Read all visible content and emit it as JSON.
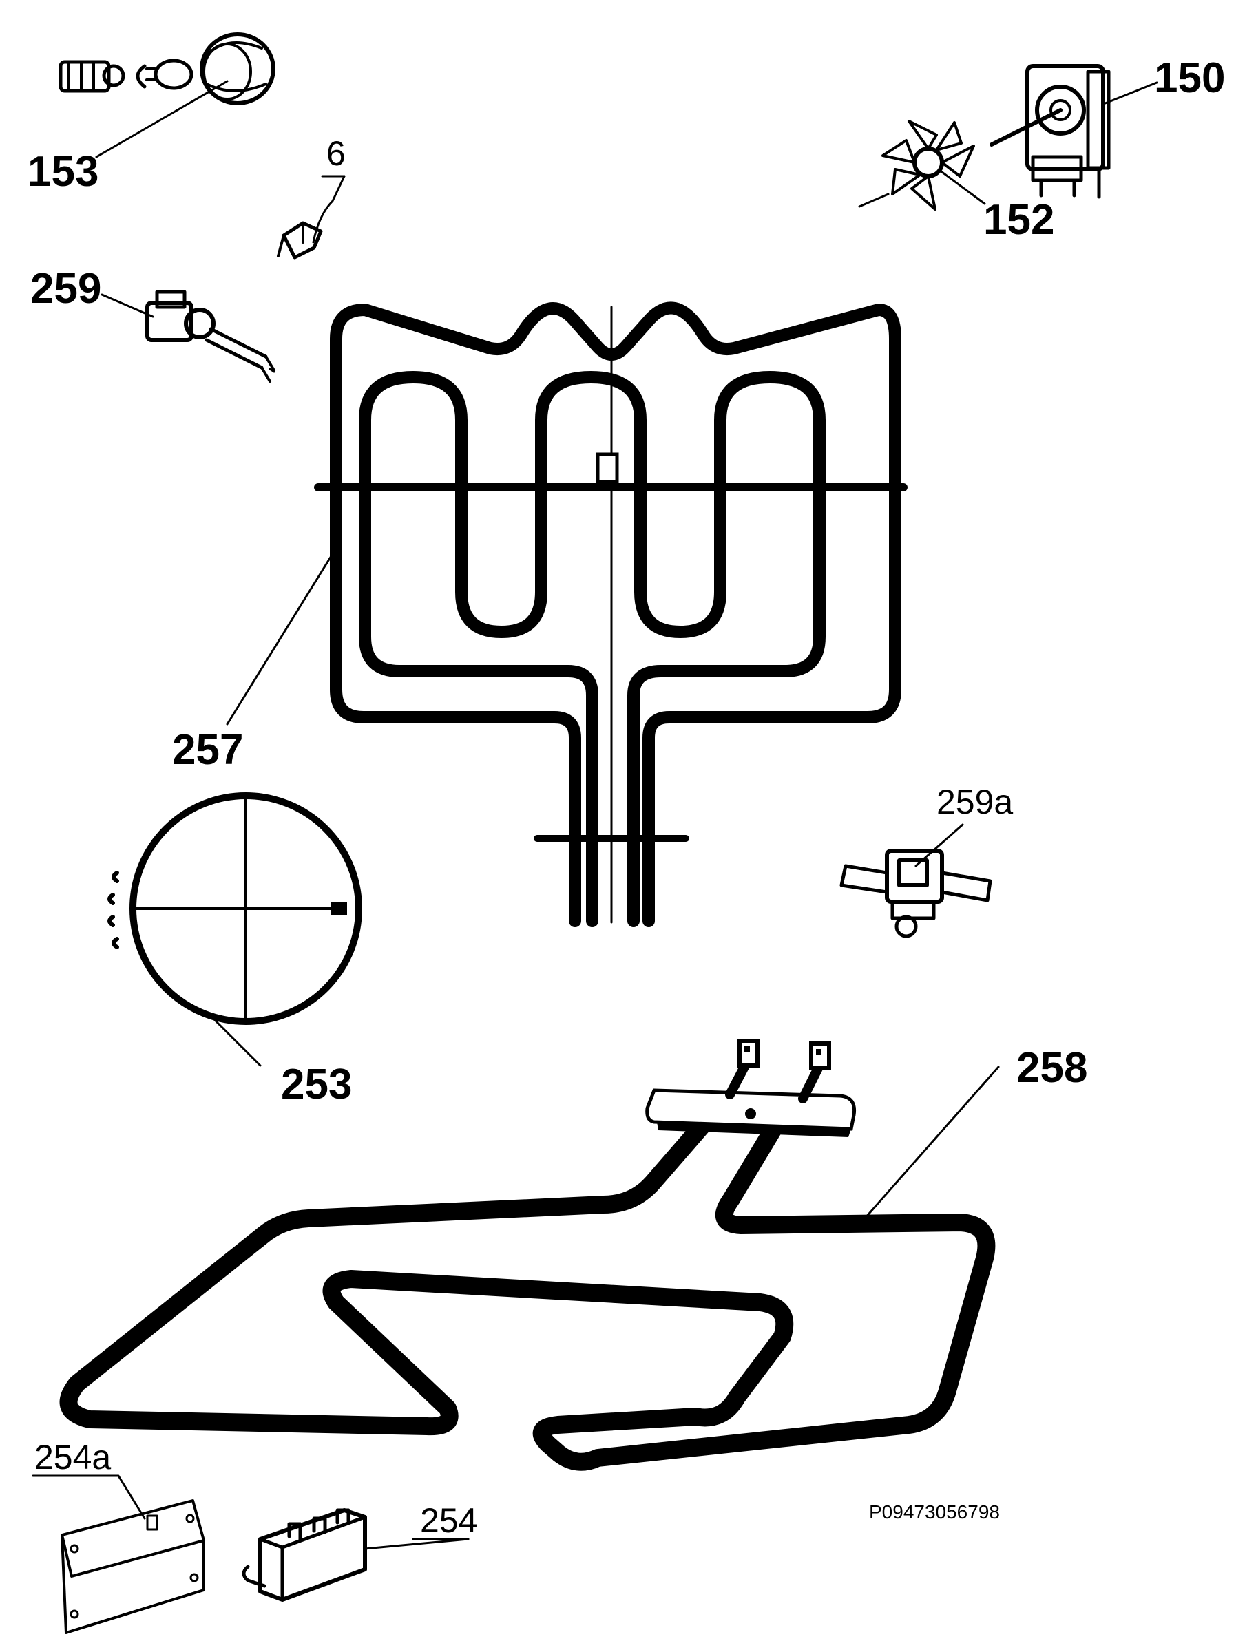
{
  "parts": [
    {
      "id": "153",
      "label": "153"
    },
    {
      "id": "6",
      "label": "6"
    },
    {
      "id": "150",
      "label": "150"
    },
    {
      "id": "152",
      "label": "152"
    },
    {
      "id": "259",
      "label": "259"
    },
    {
      "id": "257",
      "label": "257"
    },
    {
      "id": "259a",
      "label": "259a"
    },
    {
      "id": "253",
      "label": "253"
    },
    {
      "id": "258",
      "label": "258"
    },
    {
      "id": "254a",
      "label": "254a"
    },
    {
      "id": "254",
      "label": "254"
    }
  ],
  "drawing_code": "P09473056798"
}
